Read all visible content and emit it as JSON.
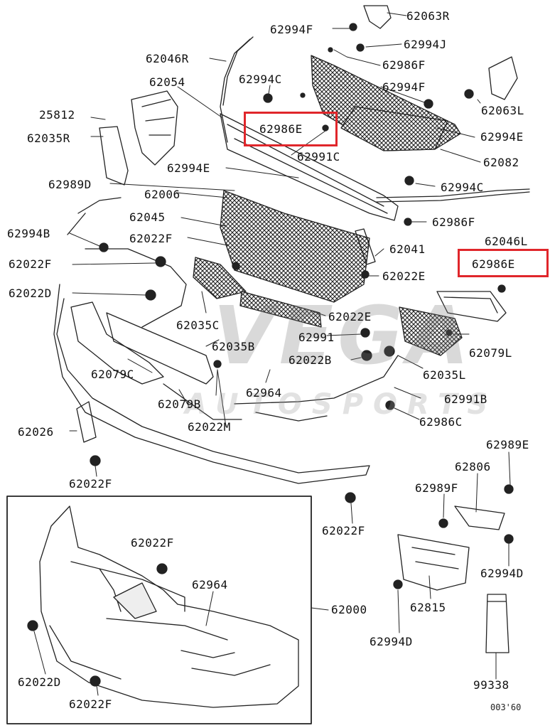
{
  "watermark": {
    "main": "VEGA",
    "sub": "AUTOSPORTS",
    "accent": "#c2262b"
  },
  "highlight_color": "#e0262b",
  "drawing_number": "003'60",
  "labels": {
    "p62063r": "62063R",
    "p62994f_top": "62994F",
    "p62994j": "62994J",
    "p62046r": "62046R",
    "p62986f_top": "62986F",
    "p62994c_top": "62994C",
    "p62994f_mid": "62994F",
    "p62054": "62054",
    "p62063l": "62063L",
    "p25812": "25812",
    "p62986e_left": "62986E",
    "p62994e_right": "62994E",
    "p62035r": "62035R",
    "p62991c": "62991C",
    "p62082": "62082",
    "p62994e_left": "62994E",
    "p62989d": "62989D",
    "p62994c_mid": "62994C",
    "p62006": "62006",
    "p62045": "62045",
    "p62986f_mid": "62986F",
    "p62046l": "62046L",
    "p62994b": "62994B",
    "p62022f_a": "62022F",
    "p62041": "62041",
    "p62022f_b": "62022F",
    "p62986e_right": "62986E",
    "p62022e_a": "62022E",
    "p62022d_a": "62022D",
    "p62035c": "62035C",
    "p62022e_b": "62022E",
    "p62991": "62991",
    "p62035b": "62035B",
    "p62079l": "62079L",
    "p62022b": "62022B",
    "p62079c": "62079C",
    "p62035l": "62035L",
    "p62964_a": "62964",
    "p62079b": "62079B",
    "p62991b": "62991B",
    "p62022m": "62022M",
    "p62986c": "62986C",
    "p62026": "62026",
    "p62989e": "62989E",
    "p62022f_c": "62022F",
    "p62806": "62806",
    "p62989f": "62989F",
    "p62022f_d": "62022F",
    "p62022f_e": "62022F",
    "p62994d_right": "62994D",
    "p62964_b": "62964",
    "p62000": "62000",
    "p62815": "62815",
    "p62994d_bottom": "62994D",
    "p62022d_b": "62022D",
    "p99338": "99338",
    "p62022f_f": "62022F"
  }
}
